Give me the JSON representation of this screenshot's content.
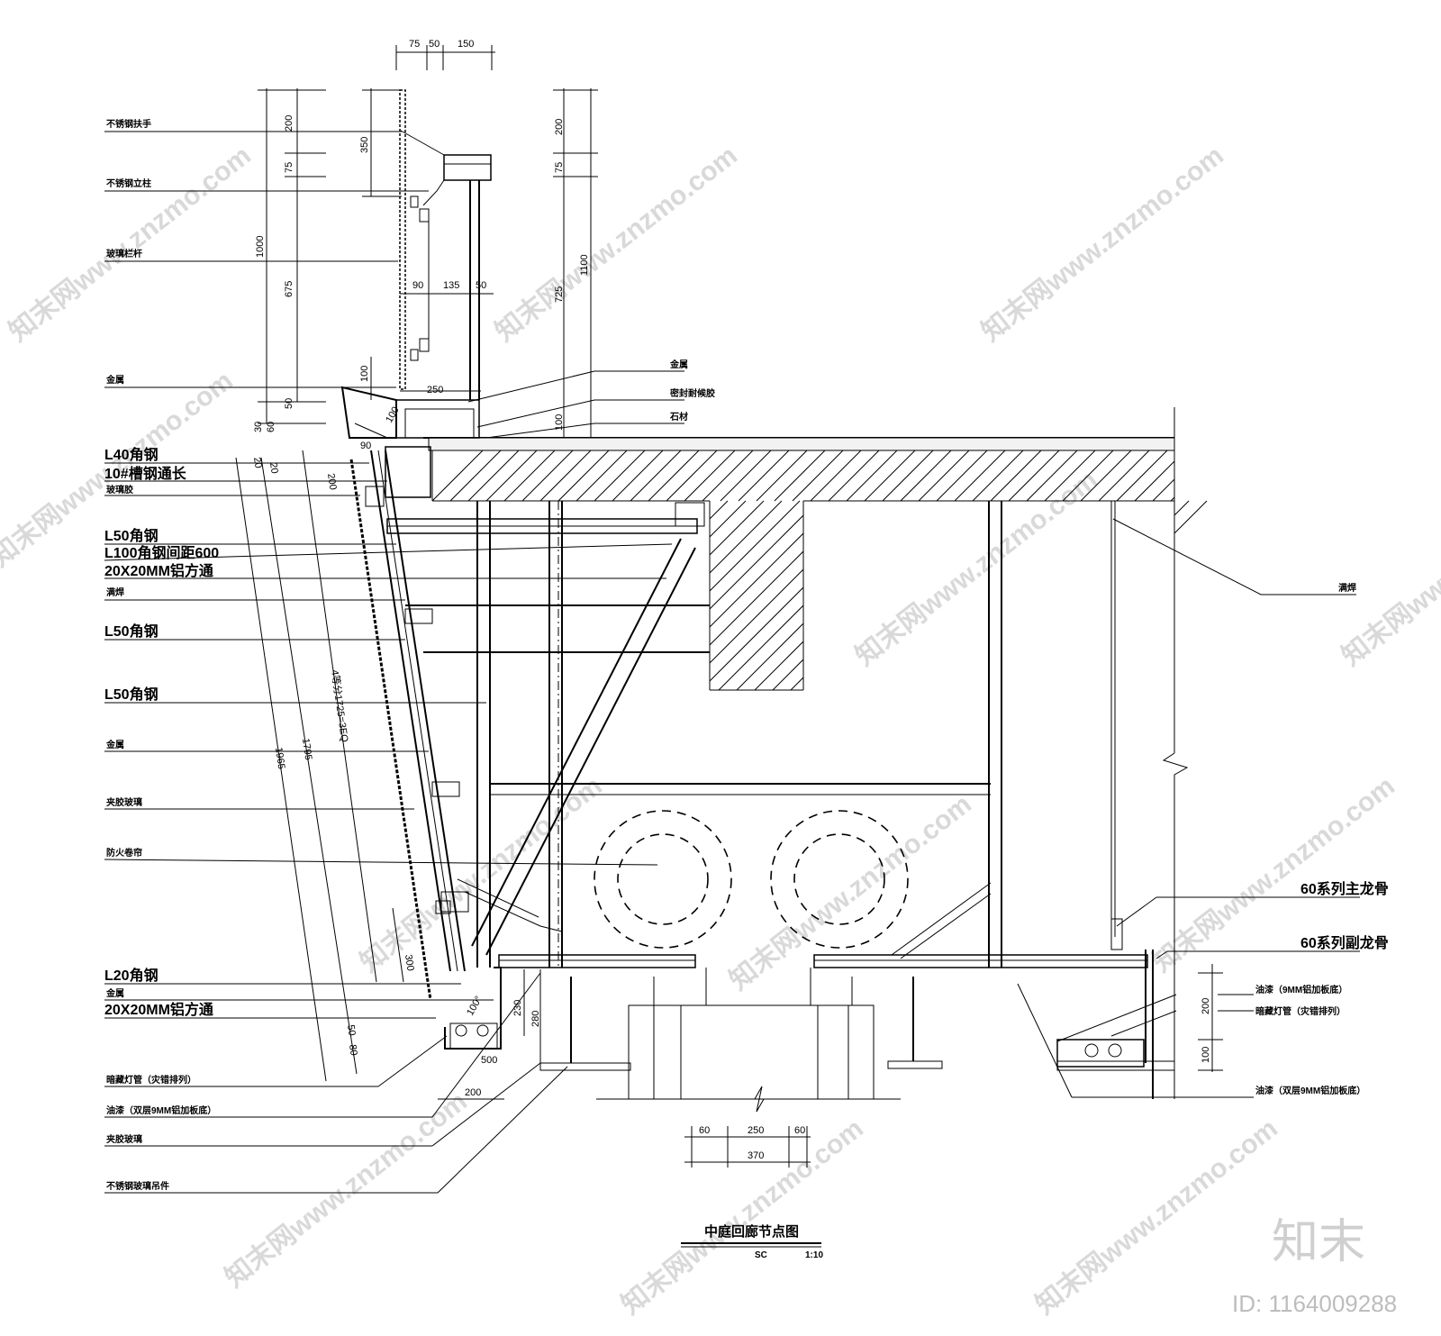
{
  "title": "中庭回廊节点图",
  "scale": {
    "code": "SC",
    "ratio": "1:10"
  },
  "left_labels": [
    "不锈钢扶手",
    "不锈钢立柱",
    "玻璃栏杆",
    "金属",
    "L40角钢",
    "10#槽钢通长",
    "玻璃胶",
    "L50角钢",
    "L100角钢间距600",
    "20X20MM铝方通",
    "满焊",
    "L50角钢",
    "L50角钢",
    "金属",
    "夹胶玻璃",
    "防火卷帘",
    "L20角钢",
    "金属",
    "20X20MM铝方通",
    "暗藏灯管（灾错排列）",
    "油漆（双层9MM铝加板底）",
    "夹胶玻璃",
    "不锈钢玻璃吊件"
  ],
  "right_labels": {
    "top_a": "金属",
    "top_b": "密封耐候胶",
    "top_c": "石材",
    "weld": "满焊",
    "pipe_main": "60系列主龙骨",
    "pipe_sub": "60系列副龙骨",
    "paint_a": "油漆（9MM铝加板底）",
    "lamp": "暗藏灯管（灾错排列）",
    "paint_b": "油漆（双层9MM铝加板底）"
  },
  "dims": {
    "top": [
      "75",
      "50",
      "150"
    ],
    "left_v": [
      "200",
      "75",
      "675",
      "1000",
      "350",
      "100",
      "50",
      "30",
      "60"
    ],
    "right_v": [
      "200",
      "75",
      "725",
      "1100",
      "100"
    ],
    "mid": [
      "90",
      "135",
      "50",
      "250",
      "100",
      "90"
    ],
    "slope": [
      "20",
      "20",
      "200",
      "1965",
      "1795",
      "4等分1725=3EQ",
      "300",
      "50",
      "80"
    ],
    "bottom": [
      "100°",
      "230",
      "280",
      "500",
      "200"
    ],
    "under": [
      "60",
      "250",
      "60",
      "370"
    ],
    "right_box": [
      "200",
      "100"
    ]
  },
  "watermark": {
    "site": "知末网www.znzmo.com",
    "brand": "知末",
    "id": "ID: 1164009288"
  }
}
